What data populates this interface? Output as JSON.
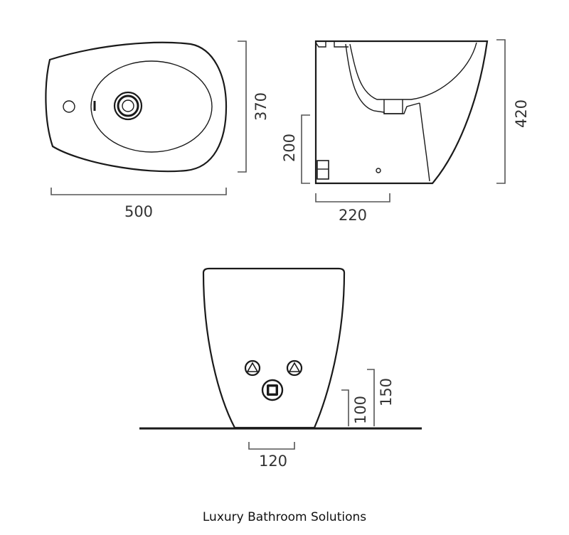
{
  "views": {
    "top": {
      "width_label": "500",
      "depth_label": "370"
    },
    "side": {
      "height_label": "420",
      "outlet_height_label": "200",
      "outlet_offset_label": "220"
    },
    "front": {
      "inlet_height_label": "150",
      "outlet_height_label": "100",
      "fixing_width_label": "120"
    }
  },
  "caption": "Luxury Bathroom Solutions",
  "colors": {
    "line": "#1a1a1a",
    "dimension": "#555555",
    "background": "#ffffff"
  }
}
